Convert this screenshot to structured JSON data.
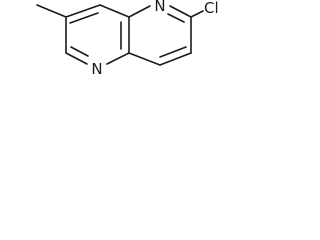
{
  "molecule": {
    "atoms": {
      "n_top": "N",
      "n_bottom": "N",
      "chlorine": "Cl"
    }
  }
}
